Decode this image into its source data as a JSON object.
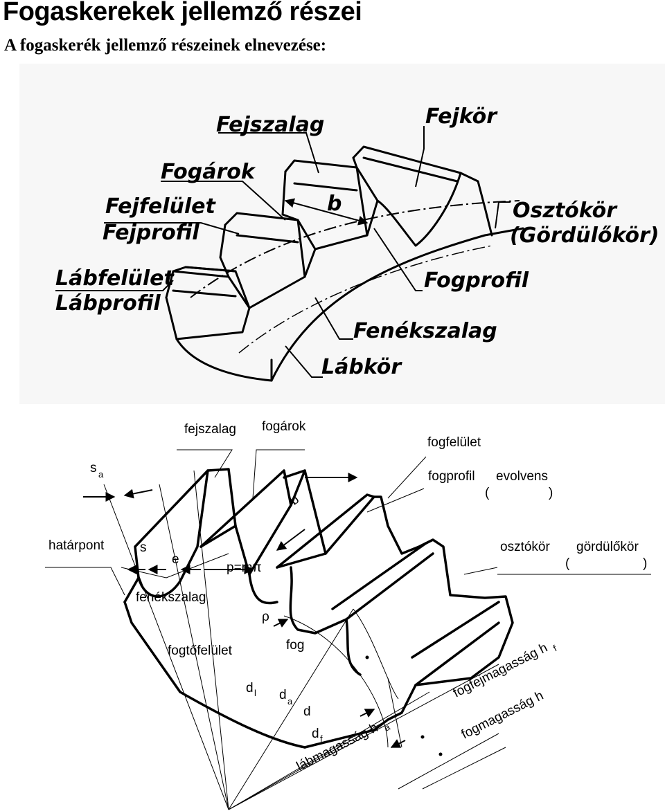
{
  "page": {
    "title": "Fogaskerekek jellemző részei",
    "subtitle": "A fogaskerék jellemző részeinek elnevezése:"
  },
  "top_diagram": {
    "labels": {
      "fejszalag": "Fejszalag",
      "fejkor": "Fejkör",
      "fogarok": "Fogárok",
      "fejfelulet": "Fejfelület",
      "fejprofil": "Fejprofil",
      "b": "b",
      "osztokor": "Osztókör",
      "gordulokor": "(Gördülőkör)",
      "labfelulet": "Lábfelület",
      "labprofil": "Lábprofil",
      "fogprofil": "Fogprofil",
      "fenekszalag": "Fenékszalag",
      "labkor": "Lábkör"
    }
  },
  "bottom_diagram": {
    "labels": {
      "fejszalag": "fejszalag",
      "fogarok": "fogárok",
      "fogfelulet": "fogfelület",
      "s": "s",
      "s_sub": "a",
      "fogprofil": "fogprofil",
      "evolvens": "evolvens",
      "b": "b",
      "hatarpont": "határpont",
      "s2": "s",
      "e": "e",
      "pitch": "p=mπ",
      "osztokor": "osztókör",
      "gordulokor": "gördülőkör",
      "fenekszalag": "fenékszalag",
      "rho": "ρ",
      "fogtofelulet": "fogtőfelület",
      "fog": "fog",
      "d": "d",
      "dl_sub": "l",
      "da_sub": "a",
      "df_sub": "f",
      "fogfejmagassag": "fogfejmagasság h",
      "fogfejmagassag_sub": "f",
      "fogmagassag": "fogmagasság h",
      "labmagassag": "lábmagasság h",
      "labmagassag_sub": "a",
      "paren_open": "(",
      "paren_close": ")"
    }
  }
}
